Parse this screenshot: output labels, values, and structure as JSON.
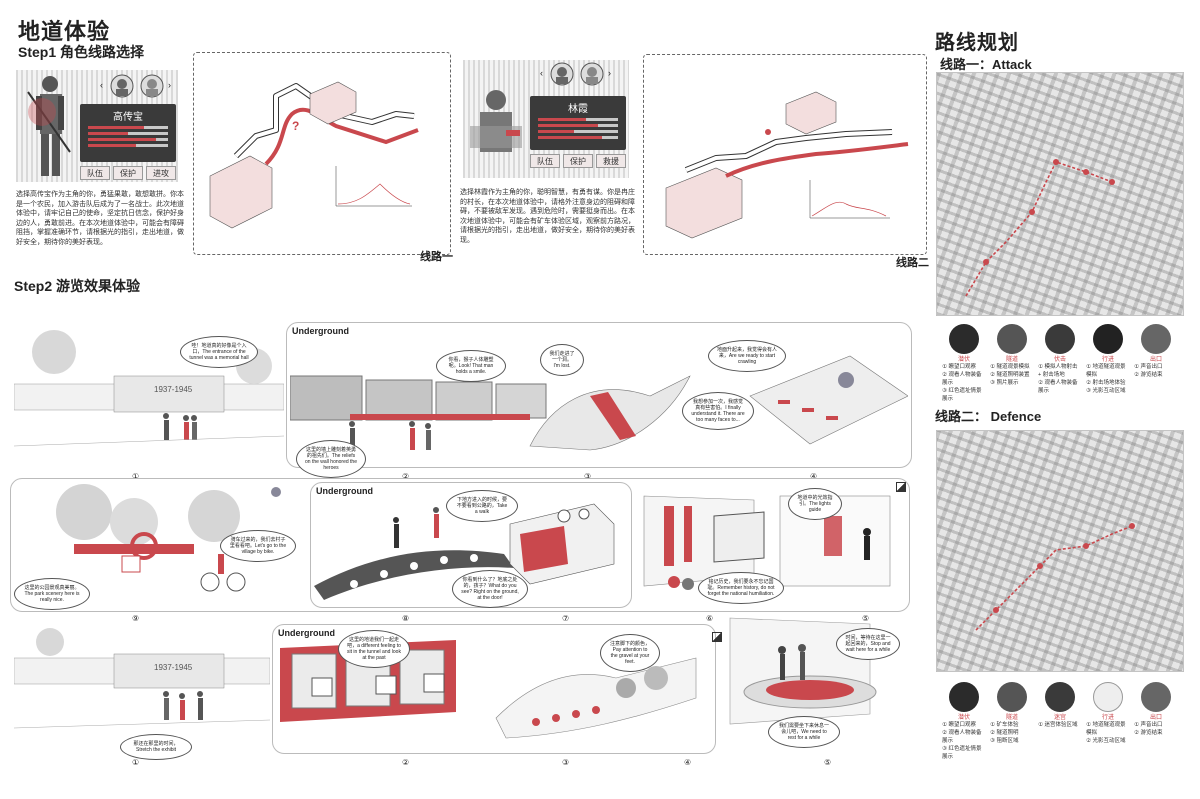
{
  "header": {
    "title": "地道体验",
    "step1": "Step1 角色线路选择",
    "step2": "Step2 游览效果体验",
    "route_title": "路线规划",
    "route1": "线路一：Attack",
    "route2": "线路二： Defence"
  },
  "roles": [
    {
      "name": "高传宝",
      "btn_left": "队伍",
      "btn_mid": "保护",
      "btn_right": "进攻",
      "description": "选择高传宝作为主角的你，勇猛果敢，敢想敢拼。你本是一个农民，加入游击队后成为了一名战士。此次地道体验中，请牢记自己的使命，坚定抗日信念，保护好身边的人，勇敢前进。在本次地道体验中，可能会有障碍阻挡，掌握准确环节，请根据光的指引，走出地道，做好安全，期待你的美好表现。",
      "line_label": "线路一"
    },
    {
      "name": "林霞",
      "btn_left": "队伍",
      "btn_mid": "保护",
      "btn_right": "救援",
      "description": "选择林霞作为主角的你，聪明智慧，有勇有谋。你是冉庄的村长，在本次地道体验中，请格外注意身边的阻碍和障碍，不要被敌军发现。遇到危险时，需要挺身而出。在本次地道体验中，可能会有矿车体验区域，观察前方路况，请根据光的指引，走出地道，做好安全，期待你的美好表现。",
      "line_label": "线路二"
    }
  ],
  "row1": {
    "underground": "Underground",
    "wall_text": "1937-1945",
    "bubbles": [
      "哇！地道真的好像是个入口，The entrance of the tunnel was a memorial hall",
      "你看，猴子人体雕塑呢。Look! That man holds a smile.",
      "我们走进了一个洞。I'm lost.",
      "地面升起来，我觉得会有人来，Are we ready to start crawling",
      "这里的墙上雕刻着英勇的祖先们。The reliefs on the wall honored the heroes",
      "我想参加一次，我感觉真有些害怕。I finally understand it. There are too many faces to..."
    ],
    "numbers": [
      "①",
      "②",
      "③",
      "④"
    ]
  },
  "row2": {
    "underground": "Underground",
    "bubbles": [
      "这里的公园景观真美丽。The park scenery here is really nice.",
      "骑车过来的，我们去村子里看看吧。Let's go to the village by bike.",
      "下地方进入的时候，要不要看到公路的，Take a walk",
      "你看到什么了？地底之处的，孩子？What do you see? Right on the ground, at the door!",
      "铭记历史，我们要永不忘记国耻。Remember history, do not forget the national humiliation.",
      "地道中的光效指引。The lights guide"
    ],
    "numbers": [
      "⑨",
      "⑧",
      "⑦",
      "⑥",
      "⑤"
    ]
  },
  "row3": {
    "underground": "Underground",
    "wall_text": "1937-1945",
    "bubbles": [
      "这里的地道我们一起走吧，a different feeling to sit in the tunnel and look at the past",
      "注意脚下的颜色，Pay attention to the gravel at your feet.",
      "那还在那里的时间，Stretch the exhibit",
      "我们需要坐下来休息一会儿吧，We need to rest for a while",
      "时间，等待在这里一起回来的，Stop and wait here for a while"
    ],
    "numbers": [
      "①",
      "②",
      "③",
      "④",
      "⑤"
    ]
  },
  "route1_icons": [
    {
      "label": "潜伏",
      "items": [
        "① 瞭望口观察",
        "② 观看人物装备展示",
        "③ 红色遗址情景展示"
      ]
    },
    {
      "label": "隧道",
      "items": [
        "① 隧道观景模拟",
        "② 隧道照明装置",
        "③ 照片展示"
      ]
    },
    {
      "label": "伏击",
      "items": [
        "① 模拟人物射击 + 射击场地",
        "② 观看人物装备展示"
      ]
    },
    {
      "label": "行进",
      "items": [
        "① 地道隧道观景模拟",
        "② 射击场地体验",
        "③ 光影互动区域"
      ]
    },
    {
      "label": "出口",
      "items": [
        "① 声音出口",
        "② 游览结束"
      ]
    }
  ],
  "route2_icons": [
    {
      "label": "潜伏",
      "items": [
        "① 瞭望口观察",
        "② 观看人物装备展示",
        "③ 红色遗址情景展示"
      ]
    },
    {
      "label": "隧道",
      "items": [
        "① 矿车体验",
        "② 隧道照明",
        "③ 阻断区域"
      ]
    },
    {
      "label": "迷宫",
      "items": [
        "① 迷宫体验区域"
      ]
    },
    {
      "label": "行进",
      "items": [
        "① 地道隧道观景模拟",
        "② 光影互动区域"
      ]
    },
    {
      "label": "出口",
      "items": [
        "① 声音出口",
        "② 游览结束"
      ]
    }
  ],
  "colors": {
    "accent": "#c9484d",
    "dark": "#333333",
    "grey": "#d9d9d9"
  }
}
